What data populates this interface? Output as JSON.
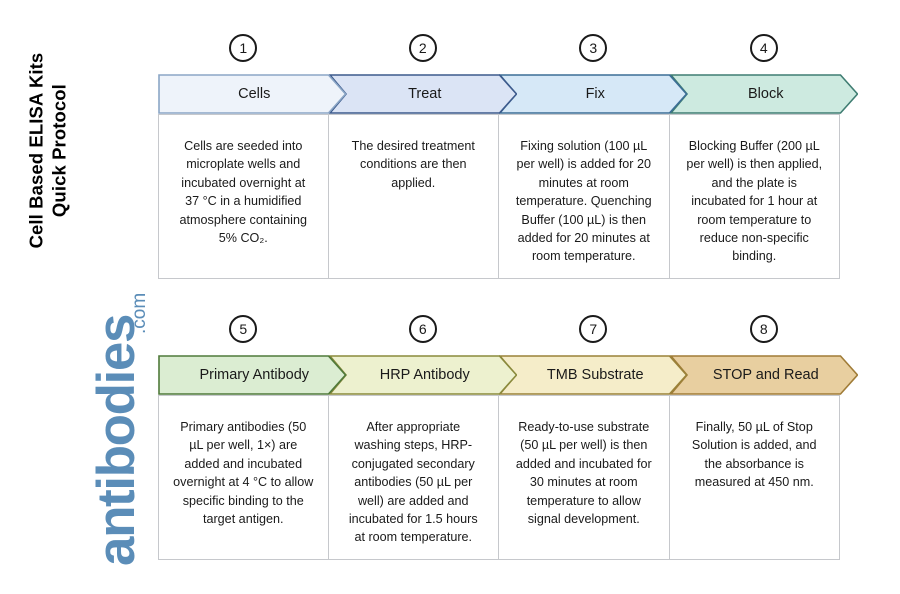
{
  "document": {
    "title_line1": "Cell Based ELISA Kits",
    "title_line2": "Quick Protocol",
    "title_full": "Cell Based ELISA Kits\nQuick Protocol"
  },
  "brand": {
    "name": "antibodies",
    "tld": ".com",
    "color": "#5b8db8"
  },
  "colors": {
    "step1_fill": "#eef3fa",
    "step1_stroke": "#8ba6c6",
    "step2_fill": "#dbe4f5",
    "step2_stroke": "#3c5a8c",
    "step3_fill": "#d6e8f7",
    "step3_stroke": "#3c6e96",
    "step4_fill": "#cdeae0",
    "step4_stroke": "#3f7d72",
    "step5_fill": "#dbedd2",
    "step5_stroke": "#4f7a3a",
    "step6_fill": "#edf1cf",
    "step6_stroke": "#8a8a3c",
    "step7_fill": "#f5edc9",
    "step7_stroke": "#9a8239",
    "step8_fill": "#e8cfa0",
    "step8_stroke": "#a07c37",
    "panel_border": "#c6c8cc",
    "text": "#1a1a1a"
  },
  "rows": [
    {
      "id": "row-1",
      "steps": [
        {
          "number": "1",
          "label": "Cells",
          "description": "Cells are seeded into microplate wells and incubated overnight at 37 °C in a humidified atmosphere containing 5% CO₂.",
          "fill": "#eef3fa",
          "stroke": "#8ba6c6"
        },
        {
          "number": "2",
          "label": "Treat",
          "description": "The desired treatment conditions are then applied.",
          "fill": "#dbe4f5",
          "stroke": "#3c5a8c"
        },
        {
          "number": "3",
          "label": "Fix",
          "description": "Fixing solution (100 µL per well) is added for 20 minutes at room temperature. Quenching Buffer (100 µL) is then added for 20 minutes at room temperature.",
          "fill": "#d6e8f7",
          "stroke": "#3c6e96"
        },
        {
          "number": "4",
          "label": "Block",
          "description": "Blocking Buffer (200 µL per well) is then applied, and the plate is incubated for 1 hour at room temperature to reduce non-specific binding.",
          "fill": "#cdeae0",
          "stroke": "#3f7d72"
        }
      ]
    },
    {
      "id": "row-2",
      "steps": [
        {
          "number": "5",
          "label": "Primary Antibody",
          "description": "Primary antibodies (50 µL per well, 1×) are added and incubated overnight at 4 °C to allow specific binding to the target antigen.",
          "fill": "#dbedd2",
          "stroke": "#4f7a3a"
        },
        {
          "number": "6",
          "label": "HRP Antibody",
          "description": "After appropriate washing steps, HRP-conjugated secondary antibodies (50 µL per well) are added and incubated for 1.5 hours at room temperature.",
          "fill": "#edf1cf",
          "stroke": "#8a8a3c"
        },
        {
          "number": "7",
          "label": "TMB Substrate",
          "description": "Ready-to-use substrate (50 µL per well) is then added and incubated for 30 minutes at room temperature to allow signal development.",
          "fill": "#f5edc9",
          "stroke": "#9a8239"
        },
        {
          "number": "8",
          "label": "STOP and Read",
          "description": "Finally, 50 µL of Stop Solution is added, and the absorbance is measured at 450 nm.",
          "fill": "#e8cfa0",
          "stroke": "#a07c37"
        }
      ]
    }
  ]
}
